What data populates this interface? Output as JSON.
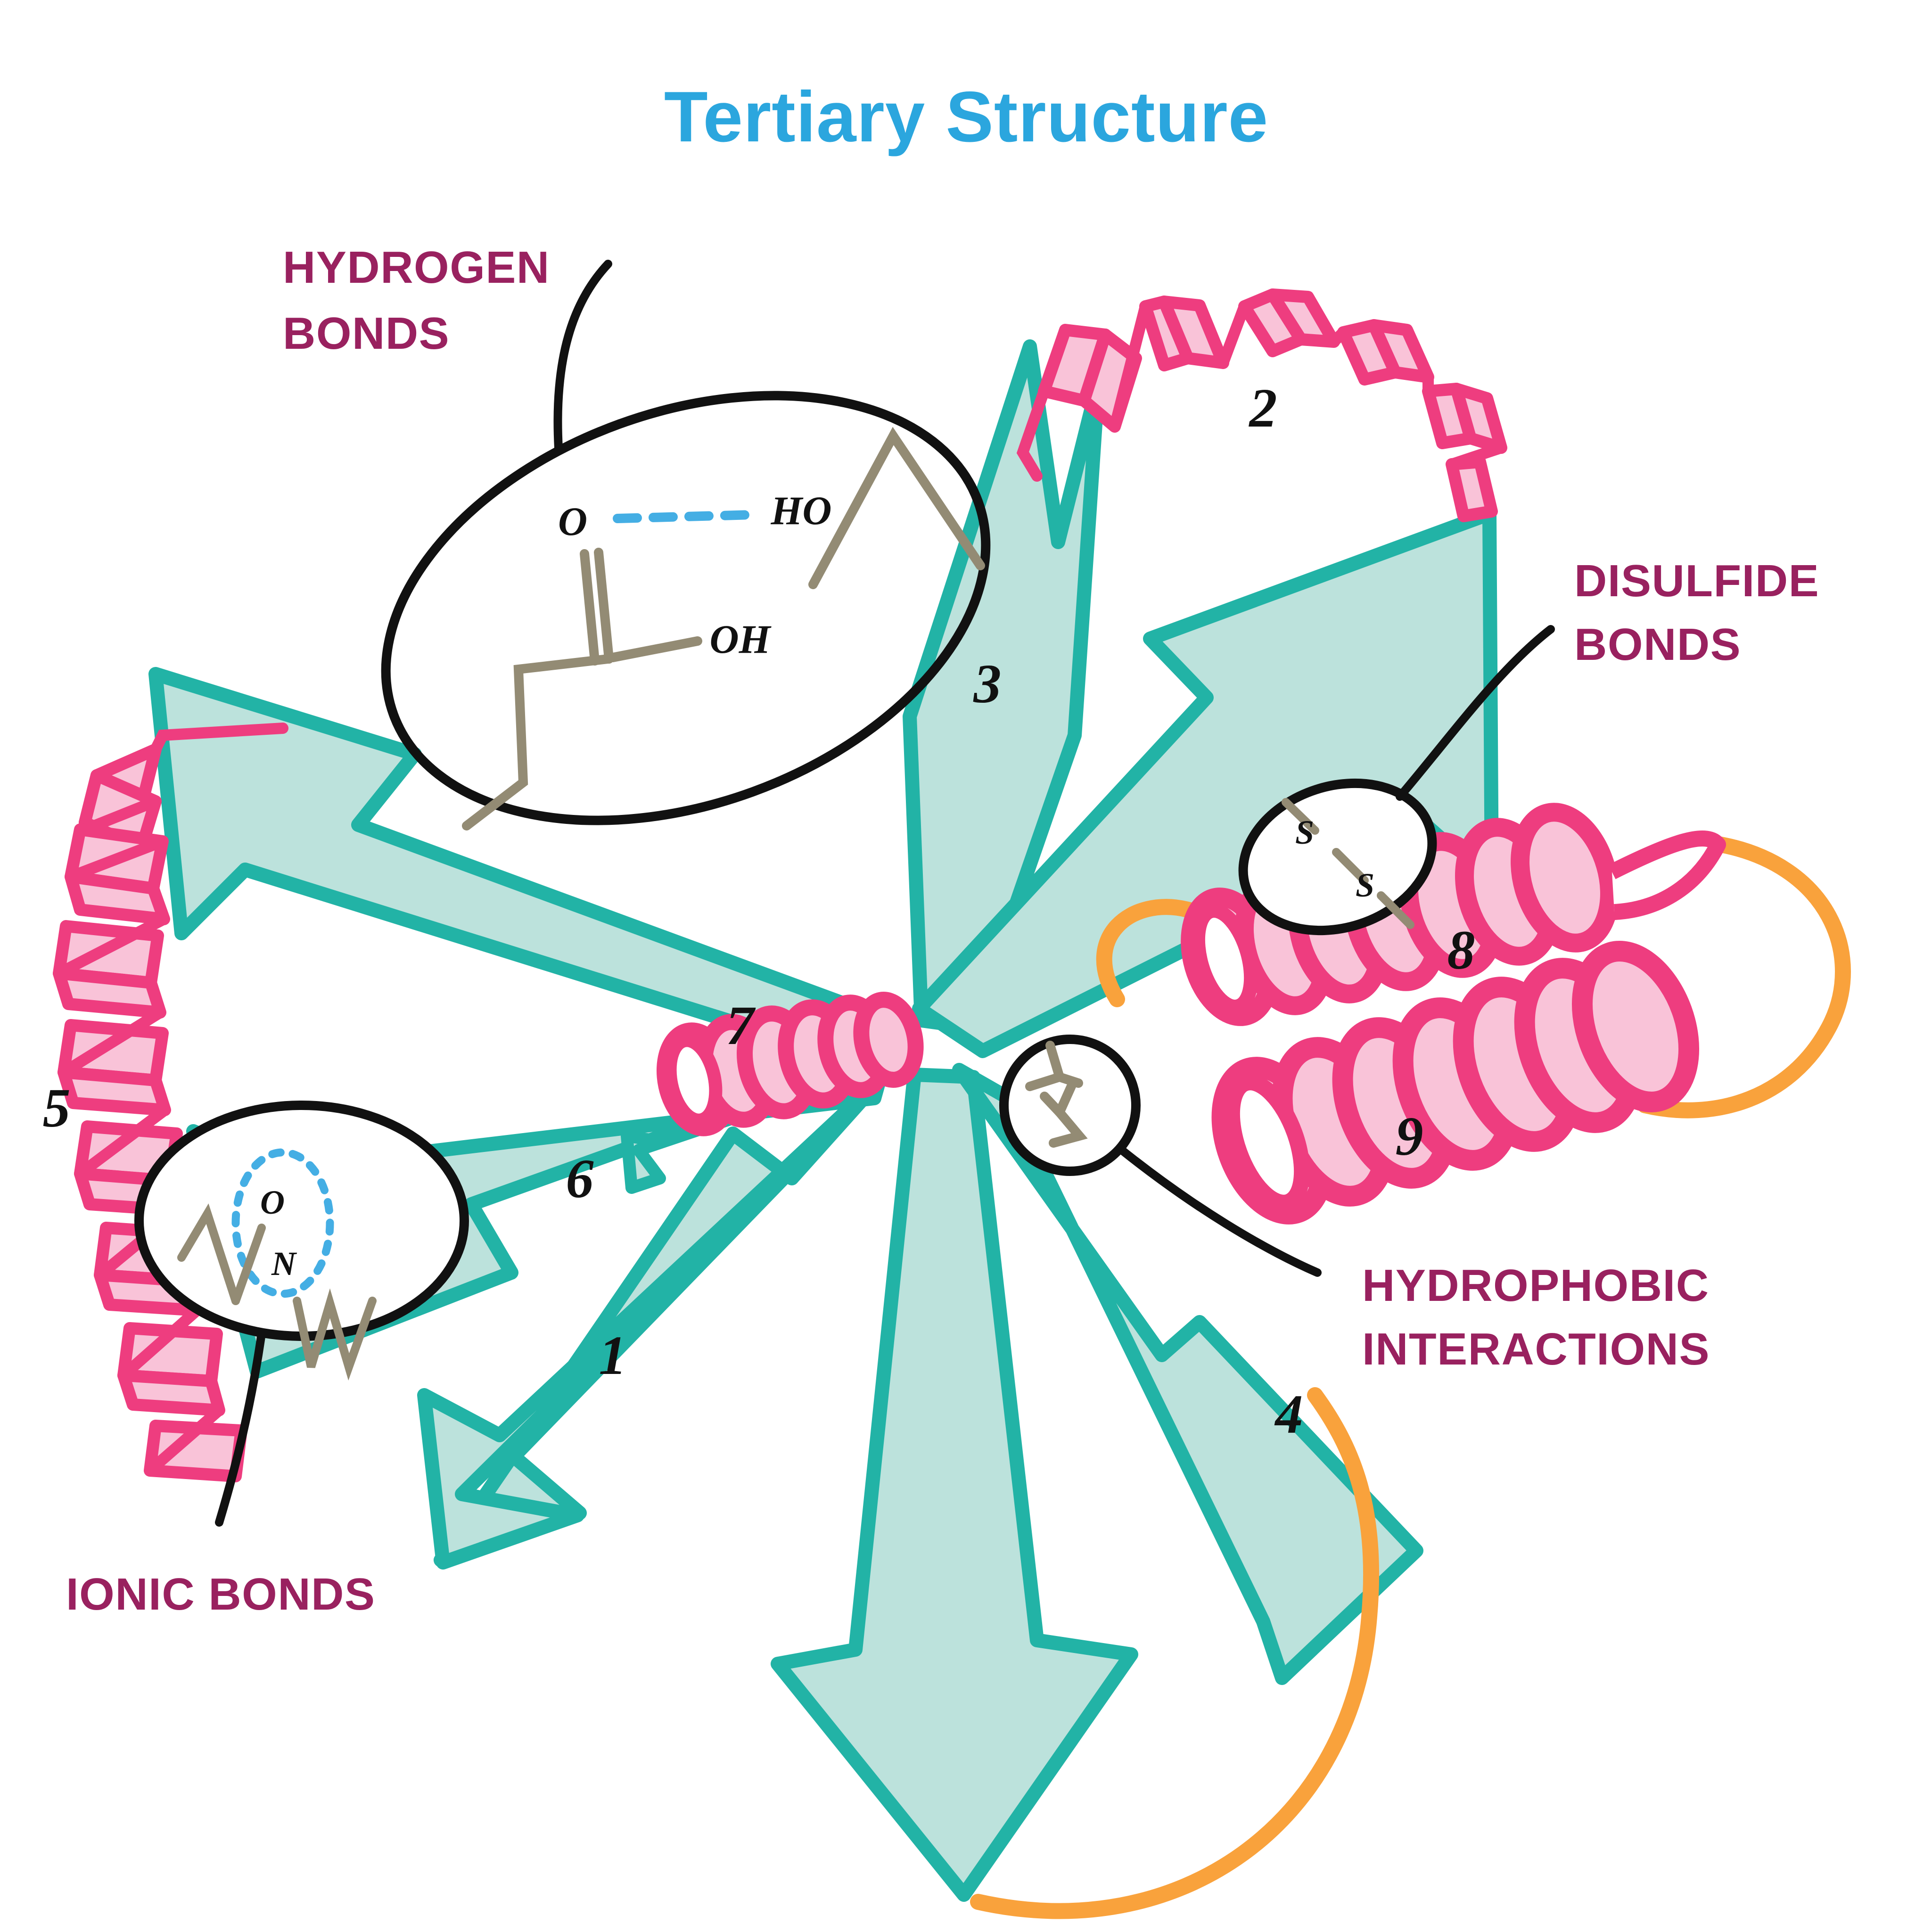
{
  "figure": {
    "title": "Tertiary Structure",
    "title_color": "#2BA6DE"
  },
  "palette": {
    "title_blue": "#2BA6DE",
    "label_magenta": "#99215F",
    "sheet_stroke": "#22B3A6",
    "sheet_fill": "#BCE2DC",
    "helix_stroke": "#EE3D7F",
    "helix_fill": "#F9C3D8",
    "loop_orange": "#F9A23C",
    "chain_olive": "#938B74",
    "bond_blue": "#44AEE4",
    "outline_black": "#111111"
  },
  "callouts": [
    {
      "id": "hydrogen",
      "label_line1": "HYDROGEN",
      "label_line2": "BONDS",
      "shape": "ellipse",
      "atoms": [
        "O",
        "HO",
        "OH"
      ],
      "bond_style": "blue-dashed"
    },
    {
      "id": "disulfide",
      "label_line1": "DISULFIDE",
      "label_line2": "BONDS",
      "shape": "ellipse",
      "atoms": [
        "S",
        "S"
      ],
      "bond_style": "olive-dashed"
    },
    {
      "id": "hydrophobic",
      "label_line1": "HYDROPHOBIC",
      "label_line2": "INTERACTIONS",
      "shape": "circle",
      "atoms": [],
      "bond_style": "olive-branched"
    },
    {
      "id": "ionic",
      "label_line1": "IONIC BONDS",
      "label_line2": "",
      "shape": "ellipse",
      "atoms": [
        "O",
        "N"
      ],
      "bond_style": "blue-dotted-ring"
    }
  ],
  "structure_numbers": {
    "n1": "1",
    "n2": "2",
    "n3": "3",
    "n4": "4",
    "n5": "5",
    "n6": "6",
    "n7": "7",
    "n8": "8",
    "n9": "9"
  },
  "elements": {
    "beta_sheets": [
      "1",
      "3",
      "4",
      "6"
    ],
    "helices": [
      "2",
      "5",
      "7",
      "8",
      "9"
    ]
  }
}
